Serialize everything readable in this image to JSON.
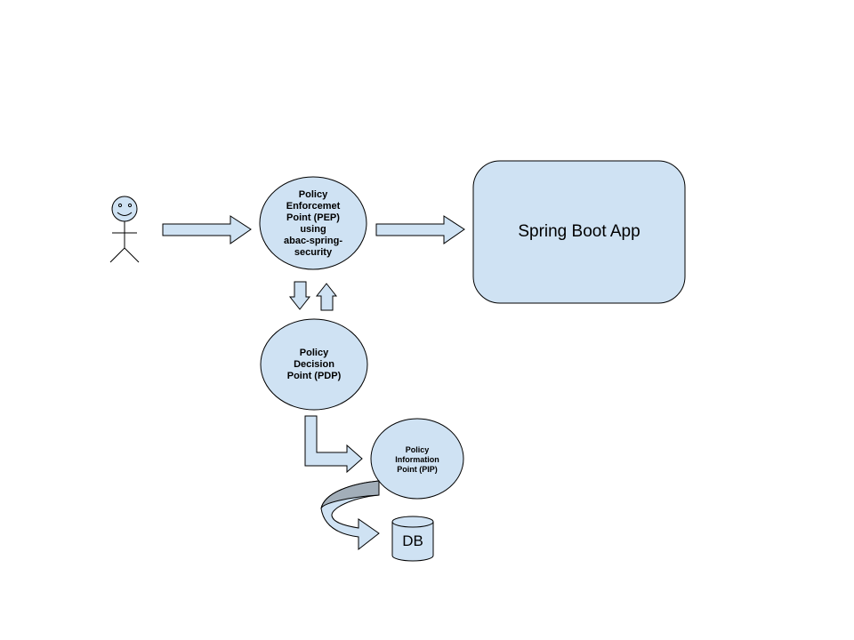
{
  "colors": {
    "fill": "#cfe2f3",
    "stroke": "#000000",
    "curved_arrow_top": "#a2aeb9"
  },
  "actor": {
    "icon": "stick-figure-user"
  },
  "nodes": {
    "pep": {
      "lines": [
        "Policy",
        "Enforcemet",
        "Point (PEP)",
        "using",
        "abac-spring-",
        "security"
      ]
    },
    "app": {
      "label": "Spring Boot App"
    },
    "pdp": {
      "lines": [
        "Policy",
        "Decision",
        "Point (PDP)"
      ]
    },
    "pip": {
      "lines": [
        "Policy",
        "Information",
        "Point (PIP)"
      ]
    },
    "db": {
      "label": "DB"
    }
  }
}
